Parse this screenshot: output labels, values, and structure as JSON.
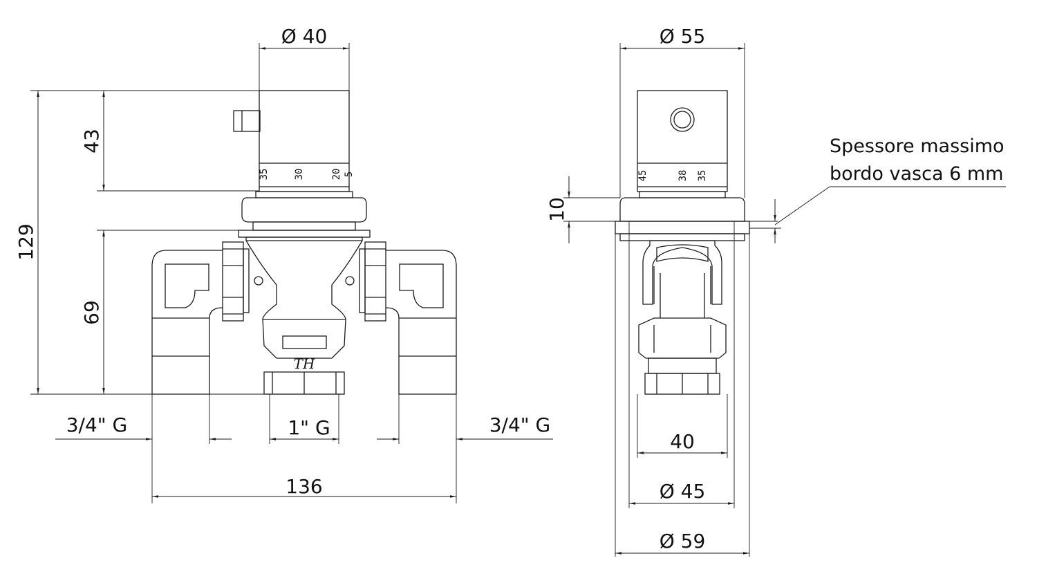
{
  "front_view": {
    "dimensions": {
      "knob_diameter": "Ø 40",
      "height_top": "43",
      "height_total": "129",
      "height_lower": "69",
      "left_thread": "3/4\" G",
      "center_thread": "1\" G",
      "right_thread": "3/4\" G",
      "overall_width": "136"
    },
    "scale_marks": [
      "35",
      "30",
      "20",
      "5"
    ],
    "logo": "TH"
  },
  "side_view": {
    "dimensions": {
      "top_diameter": "Ø 55",
      "flange_height": "10",
      "inner_width": "40",
      "mid_diameter": "Ø 45",
      "bottom_diameter": "Ø 59"
    },
    "scale_marks": [
      "45",
      "38",
      "35"
    ],
    "note_line1": "Spessore massimo",
    "note_line2": "bordo vasca 6 mm"
  },
  "colors": {
    "line": "#1a1a1a",
    "background": "#ffffff"
  }
}
